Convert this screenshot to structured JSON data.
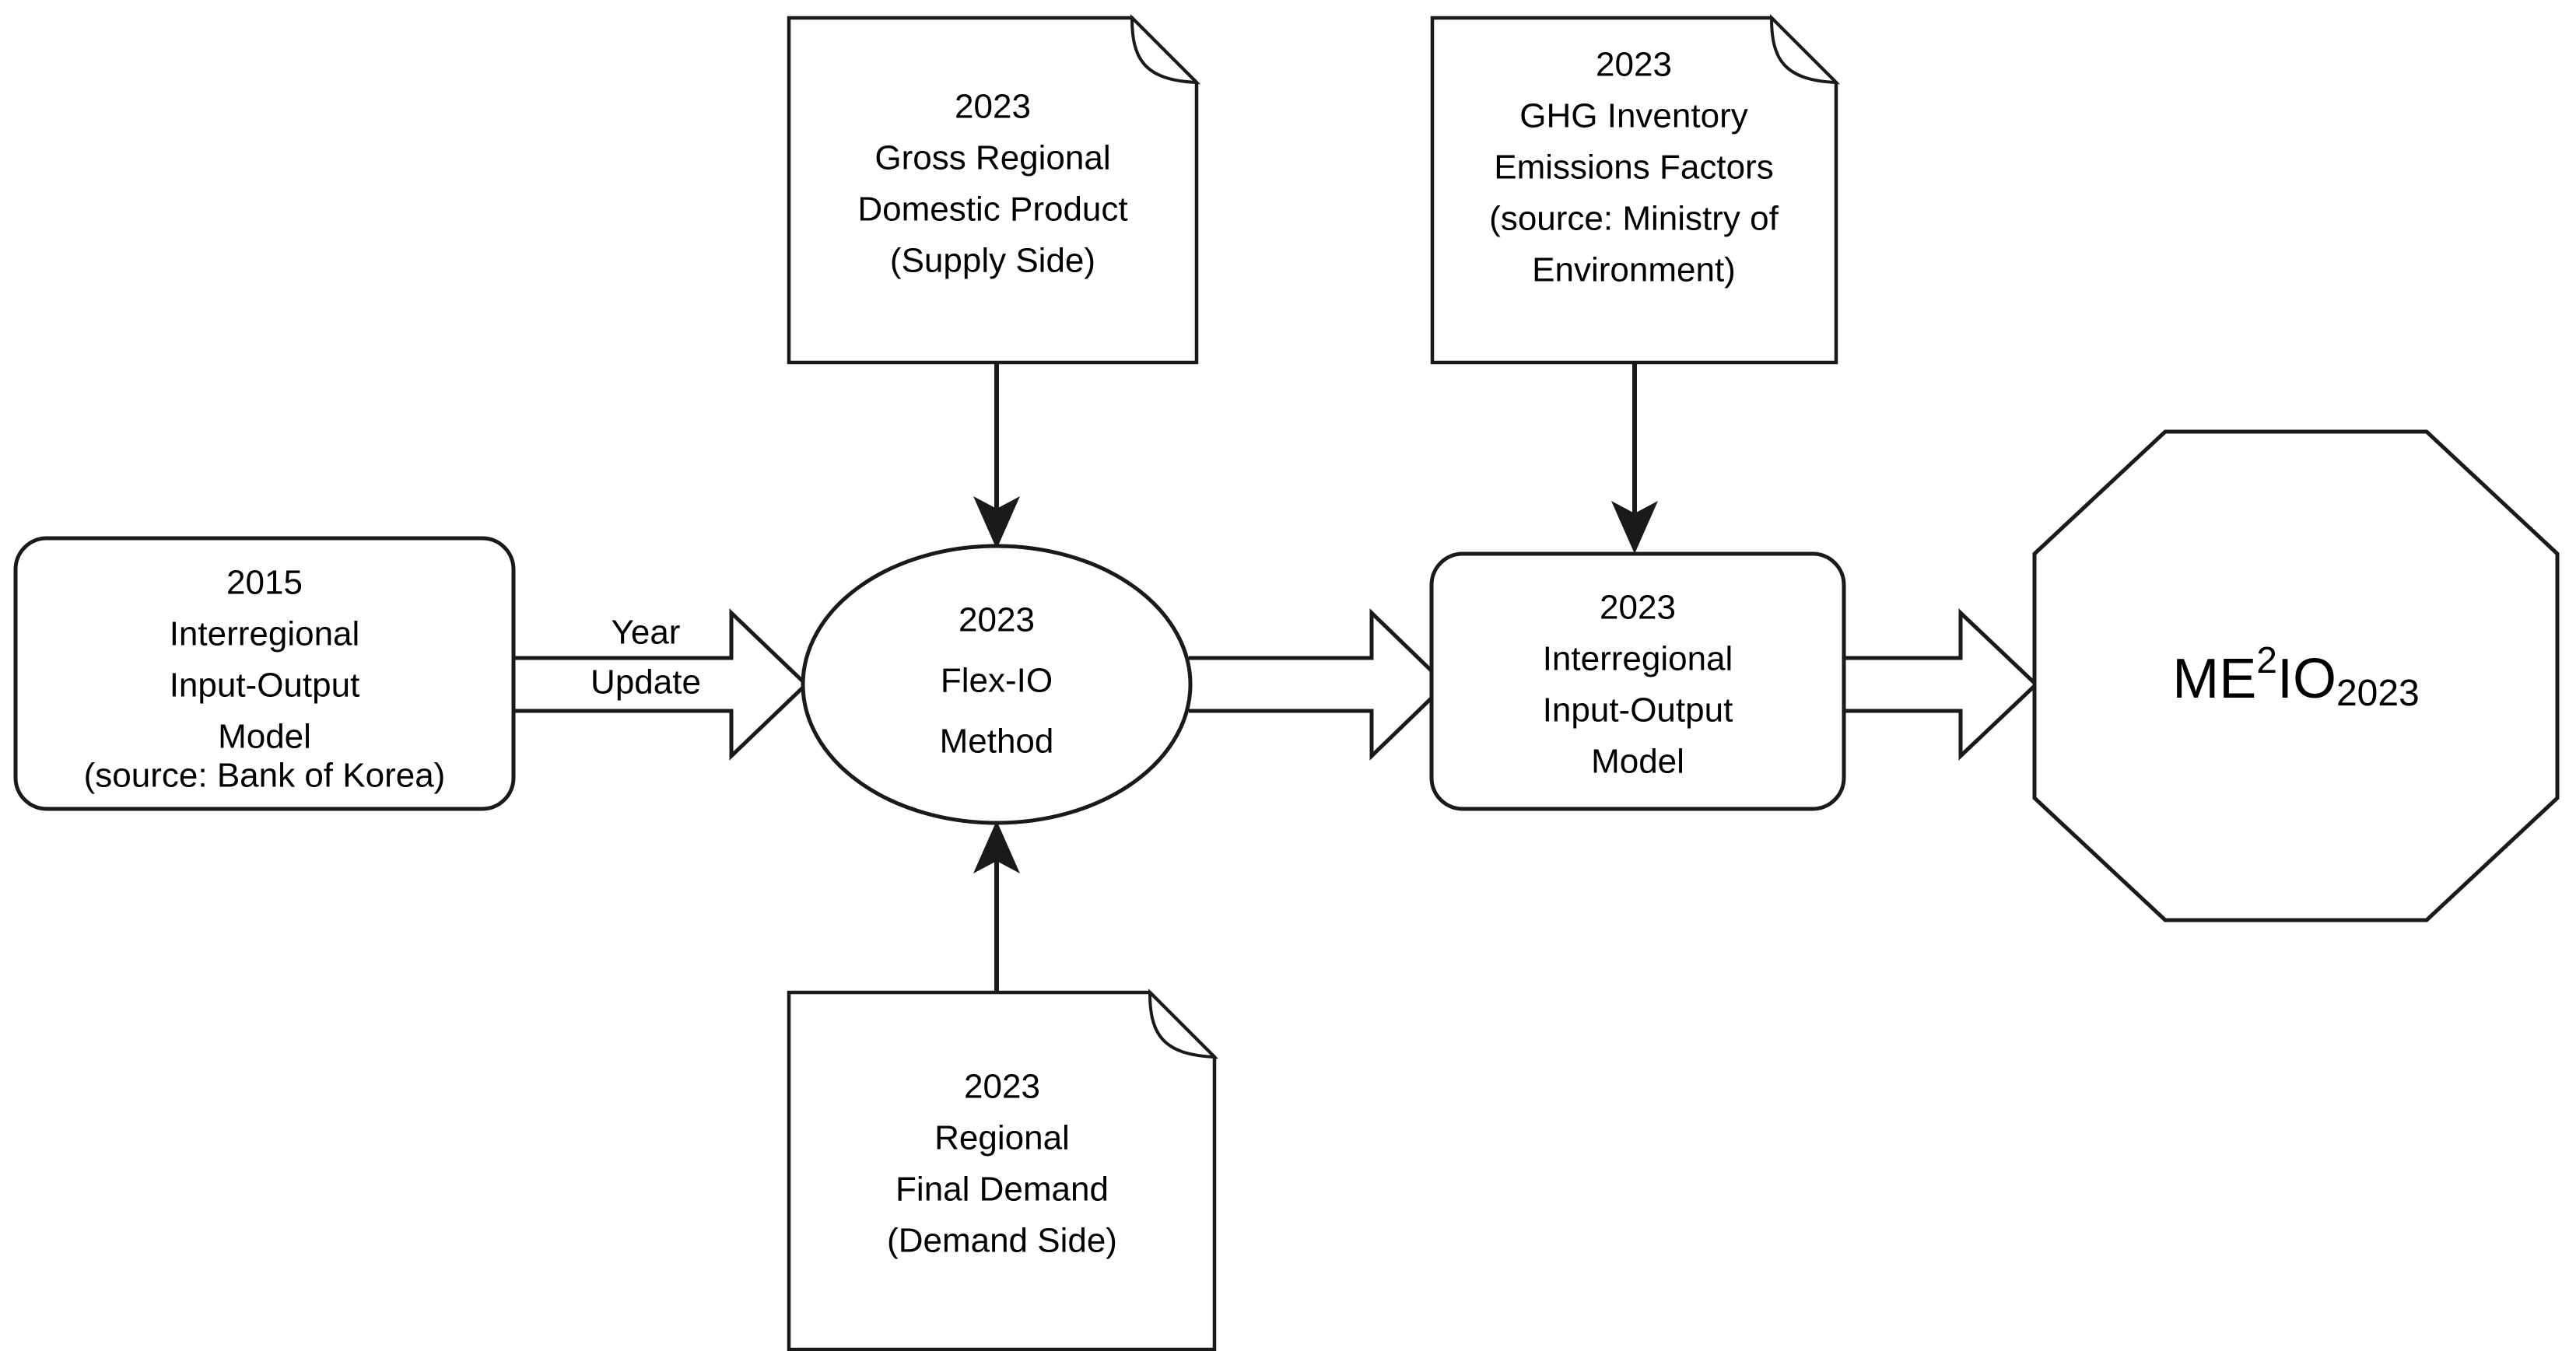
{
  "diagram": {
    "type": "flowchart",
    "orientation": "left-to-right",
    "background_color": "#ffffff",
    "stroke_color": "#1a1a1a",
    "nodes": [
      {
        "id": "irio2015",
        "shape": "rounded-rectangle",
        "lines": [
          "2015",
          "Interregional",
          "Input-Output",
          "Model",
          "(source: Bank of Korea)"
        ]
      },
      {
        "id": "grdp2023",
        "shape": "document",
        "lines": [
          "2023",
          "Gross Regional",
          "Domestic Product",
          "(Supply Side)"
        ]
      },
      {
        "id": "ghg2023",
        "shape": "document",
        "lines": [
          "2023",
          "GHG Inventory",
          "Emissions Factors",
          "(source: Ministry of",
          "Environment)"
        ]
      },
      {
        "id": "rfd2023",
        "shape": "document",
        "lines": [
          "2023",
          "Regional",
          "Final Demand",
          "(Demand Side)"
        ]
      },
      {
        "id": "flexio2023",
        "shape": "ellipse",
        "lines": [
          "2023",
          "Flex-IO",
          "Method"
        ]
      },
      {
        "id": "irio2023",
        "shape": "rounded-rectangle",
        "lines": [
          "2023",
          "Interregional",
          "Input-Output",
          "Model"
        ]
      },
      {
        "id": "me2io2023",
        "shape": "octagon",
        "label_base": "ME",
        "label_superscript": "2",
        "label_middle": "IO",
        "label_subscript": "2023",
        "label_full": "ME2IO2023"
      }
    ],
    "edges": [
      {
        "id": "edge-irio2015-to-flexio",
        "from": "irio2015",
        "to": "flexio2023",
        "style": "block-arrow",
        "label_line1": "Year",
        "label_line2": "Update"
      },
      {
        "id": "edge-grdp-to-flexio",
        "from": "grdp2023",
        "to": "flexio2023",
        "style": "line-arrow",
        "label_line1": "",
        "label_line2": ""
      },
      {
        "id": "edge-rfd-to-flexio",
        "from": "rfd2023",
        "to": "flexio2023",
        "style": "line-arrow",
        "label_line1": "",
        "label_line2": ""
      },
      {
        "id": "edge-flexio-to-irio2023",
        "from": "flexio2023",
        "to": "irio2023",
        "style": "block-arrow",
        "label_line1": "",
        "label_line2": ""
      },
      {
        "id": "edge-ghg-to-irio2023",
        "from": "ghg2023",
        "to": "irio2023",
        "style": "line-arrow",
        "label_line1": "",
        "label_line2": ""
      },
      {
        "id": "edge-irio2023-to-me2io",
        "from": "irio2023",
        "to": "me2io2023",
        "style": "block-arrow",
        "label_line1": "",
        "label_line2": ""
      }
    ]
  }
}
